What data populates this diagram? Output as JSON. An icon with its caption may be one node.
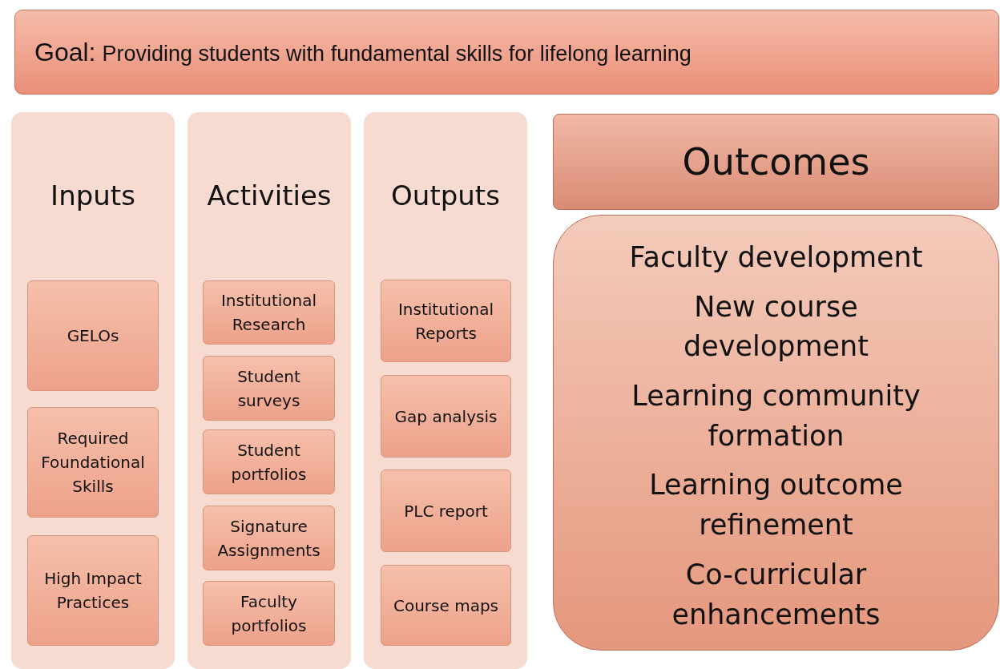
{
  "diagram": {
    "nodes": [
      {
        "text": [
          "Goal:",
          "Providing students with fundamental skills for lifelong learning"
        ]
      },
      {
        "text": [
          "Inputs"
        ]
      },
      {
        "text": [
          "GELOs"
        ],
        "in": 1
      },
      {
        "text": [
          "Required Foundational Skills"
        ],
        "in": 1
      },
      {
        "text": [
          "High Impact Practices"
        ],
        "in": 1
      },
      {
        "text": [
          "Activities"
        ]
      },
      {
        "text": [
          "Institutional Research"
        ],
        "in": 5
      },
      {
        "text": [
          "Student surveys"
        ],
        "in": 5
      },
      {
        "text": [
          "Student portfolios"
        ],
        "in": 5
      },
      {
        "text": [
          "Signature Assignments"
        ],
        "in": 5
      },
      {
        "text": [
          "Faculty portfolios"
        ],
        "in": 5
      },
      {
        "text": [
          "Outputs"
        ]
      },
      {
        "text": [
          "Institutional Reports"
        ],
        "in": 11
      },
      {
        "text": [
          "Gap analysis"
        ],
        "in": 11
      },
      {
        "text": [
          "PLC report"
        ],
        "in": 11
      },
      {
        "text": [
          "Course maps"
        ],
        "in": 11
      },
      {
        "text": [
          "Outcomes"
        ]
      },
      {
        "text": [
          "Faculty development",
          "New course development",
          "Learning community formation",
          "Learning outcome refinement",
          "Co-curricular enhancements"
        ]
      }
    ]
  }
}
